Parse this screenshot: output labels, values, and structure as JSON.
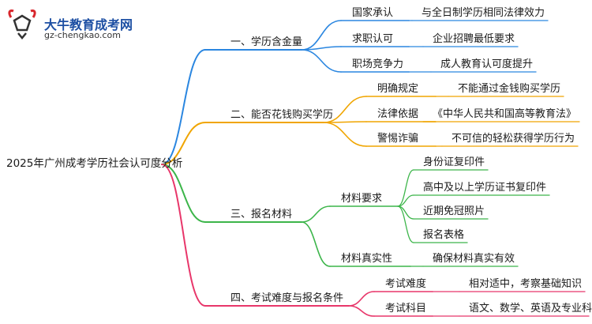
{
  "logo": {
    "title": "大牛教育成考网",
    "url": "gz-chengkao.com"
  },
  "mindmap": {
    "root": "2025年广州成考学历社会认可度分析",
    "branches": [
      {
        "label": "一、学历含金量",
        "color": "#2a86e0",
        "children": [
          {
            "label": "国家承认",
            "children": [
              {
                "label": "与全日制学历相同法律效力"
              }
            ]
          },
          {
            "label": "求职认可",
            "children": [
              {
                "label": "企业招聘最低要求"
              }
            ]
          },
          {
            "label": "职场竞争力",
            "children": [
              {
                "label": "成人教育认可度提升"
              }
            ]
          }
        ]
      },
      {
        "label": "二、能否花钱购买学历",
        "color": "#f0a500",
        "children": [
          {
            "label": "明确规定",
            "children": [
              {
                "label": "不能通过金钱购买学历"
              }
            ]
          },
          {
            "label": "法律依据",
            "children": [
              {
                "label": "《中华人民共和国高等教育法》"
              }
            ]
          },
          {
            "label": "警惕诈骗",
            "children": [
              {
                "label": "不可信的轻松获得学历行为"
              }
            ]
          }
        ]
      },
      {
        "label": "三、报名材料",
        "color": "#3cb54a",
        "children": [
          {
            "label": "材料要求",
            "children": [
              {
                "label": "身份证复印件"
              },
              {
                "label": "高中及以上学历证书复印件"
              },
              {
                "label": "近期免冠照片"
              },
              {
                "label": "报名表格"
              }
            ]
          },
          {
            "label": "材料真实性",
            "children": [
              {
                "label": "确保材料真实有效"
              }
            ]
          }
        ]
      },
      {
        "label": "四、考试难度与报名条件",
        "color": "#e8366a",
        "children": [
          {
            "label": "考试难度",
            "children": [
              {
                "label": "相对适中，考察基础知识"
              }
            ]
          },
          {
            "label": "考试科目",
            "children": [
              {
                "label": "语文、数学、英语及专业科目"
              }
            ]
          }
        ]
      }
    ]
  }
}
